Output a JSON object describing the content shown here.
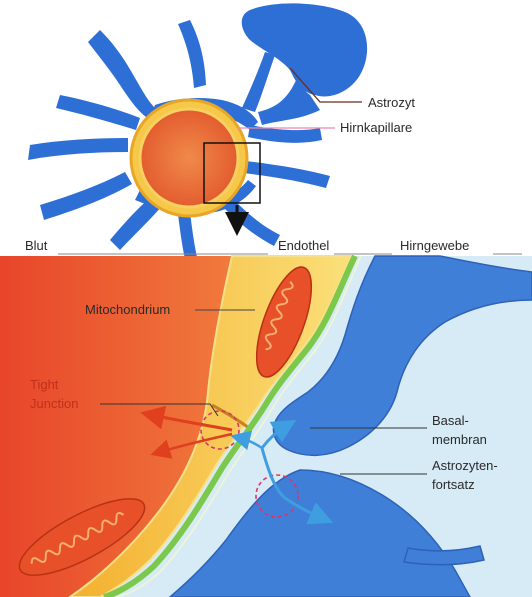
{
  "top_labels": {
    "astrocyte": "Astrozyt",
    "capillary": "Hirnkapillare"
  },
  "header_labels": {
    "blood": "Blut",
    "endothelium": "Endothel",
    "brain_tissue": "Hirngewebe"
  },
  "detail_labels": {
    "mitochondrion": "Mitochondrium",
    "tight_junction_1": "Tight",
    "tight_junction_2": "Junction",
    "basal_membrane_1": "Basal-",
    "basal_membrane_2": "membran",
    "astro_process_1": "Astrozyten-",
    "astro_process_2": "fortsatz"
  },
  "colors": {
    "astrocyte_blue": "#2e6fd6",
    "blood_red": "#ea5a2e",
    "endothelium_yellow": "#f7c338",
    "basal_green": "#7cc84a",
    "brain_tissue_light": "#cfe6f3",
    "arrow_red": "#e0401e",
    "arrow_blue": "#3f9ee0",
    "label_red": "#c0301e"
  }
}
